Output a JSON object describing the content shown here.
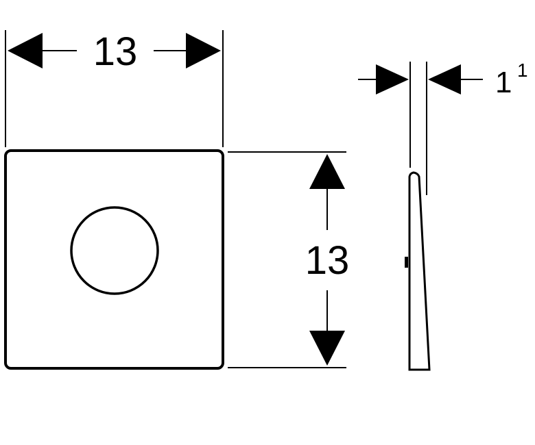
{
  "dimensions": {
    "width_label": "13",
    "height_label": "13",
    "depth_label": "1",
    "depth_superscript": "1"
  },
  "colors": {
    "stroke": "#000000",
    "background": "#ffffff"
  }
}
